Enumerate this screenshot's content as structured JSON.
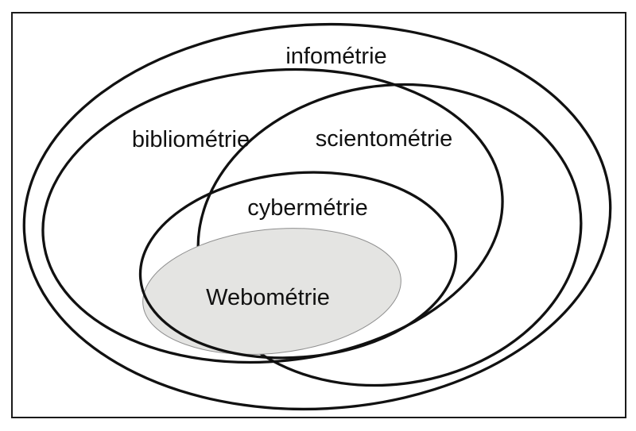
{
  "diagram": {
    "type": "euler-venn",
    "labels": {
      "infometrie": "infométrie",
      "bibliometrie": "bibliométrie",
      "scientometrie": "scientométrie",
      "cybermetrie": "cybermétrie",
      "webometrie": "Webométrie"
    },
    "colors": {
      "background": "#ffffff",
      "border": "#1a1a1a",
      "ellipse_stroke": "#111111",
      "webometrie_fill": "#e4e4e2",
      "webometrie_stroke": "#8f8f8f"
    }
  }
}
